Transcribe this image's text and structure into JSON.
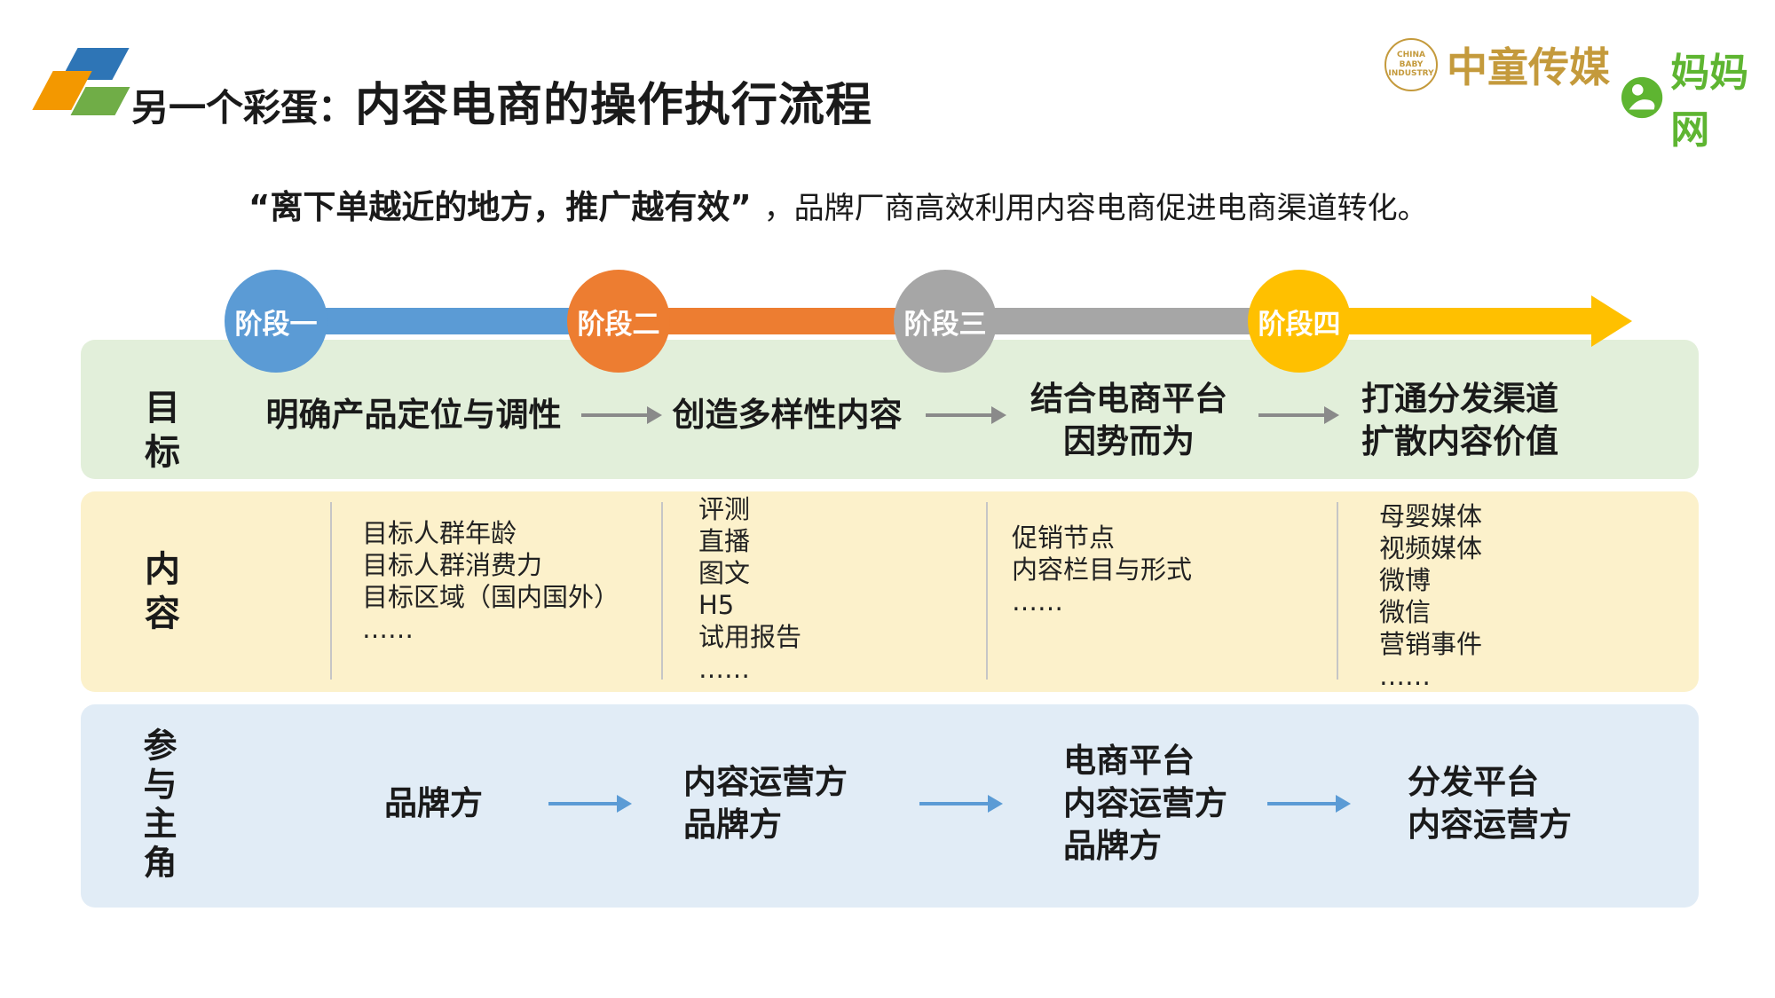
{
  "slide": {
    "title_prefix": "另一个彩蛋：",
    "title_main": "内容电商的操作执行流程",
    "subtitle_quote": "“离下单越近的地方，推广越有效”",
    "subtitle_rest": "，品牌厂商高效利用内容电商促进电商渠道转化。"
  },
  "logos": {
    "cbi_seal_line1": "CHINA BABY",
    "cbi_seal_line2": "INDUSTRY",
    "cbi_name": "中童传媒",
    "mama_name": "妈妈网"
  },
  "timeline": {
    "stages": [
      {
        "label": "阶段一",
        "color": "#5b9bd5"
      },
      {
        "label": "阶段二",
        "color": "#ed7d31"
      },
      {
        "label": "阶段三",
        "color": "#a6a6a6"
      },
      {
        "label": "阶段四",
        "color": "#ffc000"
      }
    ]
  },
  "goal_row": {
    "label": "目标",
    "items": [
      {
        "lines": [
          "明确产品定位与调性"
        ]
      },
      {
        "lines": [
          "创造多样性内容"
        ]
      },
      {
        "lines": [
          "结合电商平台",
          "因势而为"
        ]
      },
      {
        "lines": [
          "打通分发渠道",
          "扩散内容价值"
        ]
      }
    ]
  },
  "content_row": {
    "label": "内容",
    "columns": [
      {
        "lines": [
          "目标人群年龄",
          "目标人群消费力",
          "目标区域（国内国外）",
          "……"
        ]
      },
      {
        "lines": [
          "评测",
          "直播",
          "图文",
          "H5",
          "试用报告",
          "……"
        ]
      },
      {
        "lines": [
          "促销节点",
          "内容栏目与形式",
          "……"
        ]
      },
      {
        "lines": [
          "母婴媒体",
          "视频媒体",
          "微博",
          "微信",
          "营销事件",
          "……"
        ]
      }
    ]
  },
  "participant_row": {
    "label": "参与主角",
    "items": [
      {
        "lines": [
          "品牌方"
        ]
      },
      {
        "lines": [
          "内容运营方",
          "品牌方"
        ]
      },
      {
        "lines": [
          "电商平台",
          "内容运营方",
          "品牌方"
        ]
      },
      {
        "lines": [
          "分发平台",
          "内容运营方"
        ]
      }
    ]
  },
  "colors": {
    "stage1_blue": "#5b9bd5",
    "stage2_orange": "#ed7d31",
    "stage3_gray": "#a6a6a6",
    "stage4_yellow": "#ffc000",
    "goal_band_bg": "#e2efda",
    "content_band_bg": "#fcf1cb",
    "participant_band_bg": "#e1ecf6",
    "goal_arrow": "#8a8a8a",
    "participant_arrow": "#5b9bd5",
    "cbi_gold": "#c49a3c",
    "mama_green": "#5eb531"
  }
}
